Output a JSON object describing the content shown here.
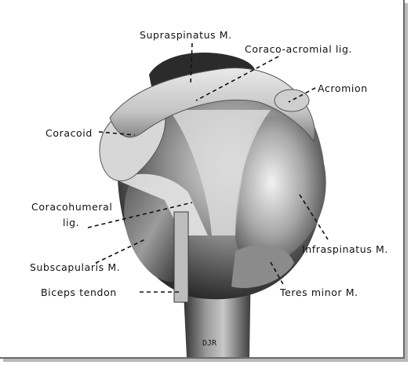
{
  "figure": {
    "labels": {
      "supraspinatus": "Supraspinatus M.",
      "coraco_acromial": "Coraco-acromial lig.",
      "acromion": "Acromion",
      "coracoid": "Coracoid",
      "coracohumeral_line1": "Coracohumeral",
      "coracohumeral_line2": "lig.",
      "infraspinatus": "Infraspinatus M.",
      "subscapularis": "Subscapularis M.",
      "biceps": "Biceps tendon",
      "teres_minor": "Teres minor M."
    },
    "signature": "DJR"
  }
}
